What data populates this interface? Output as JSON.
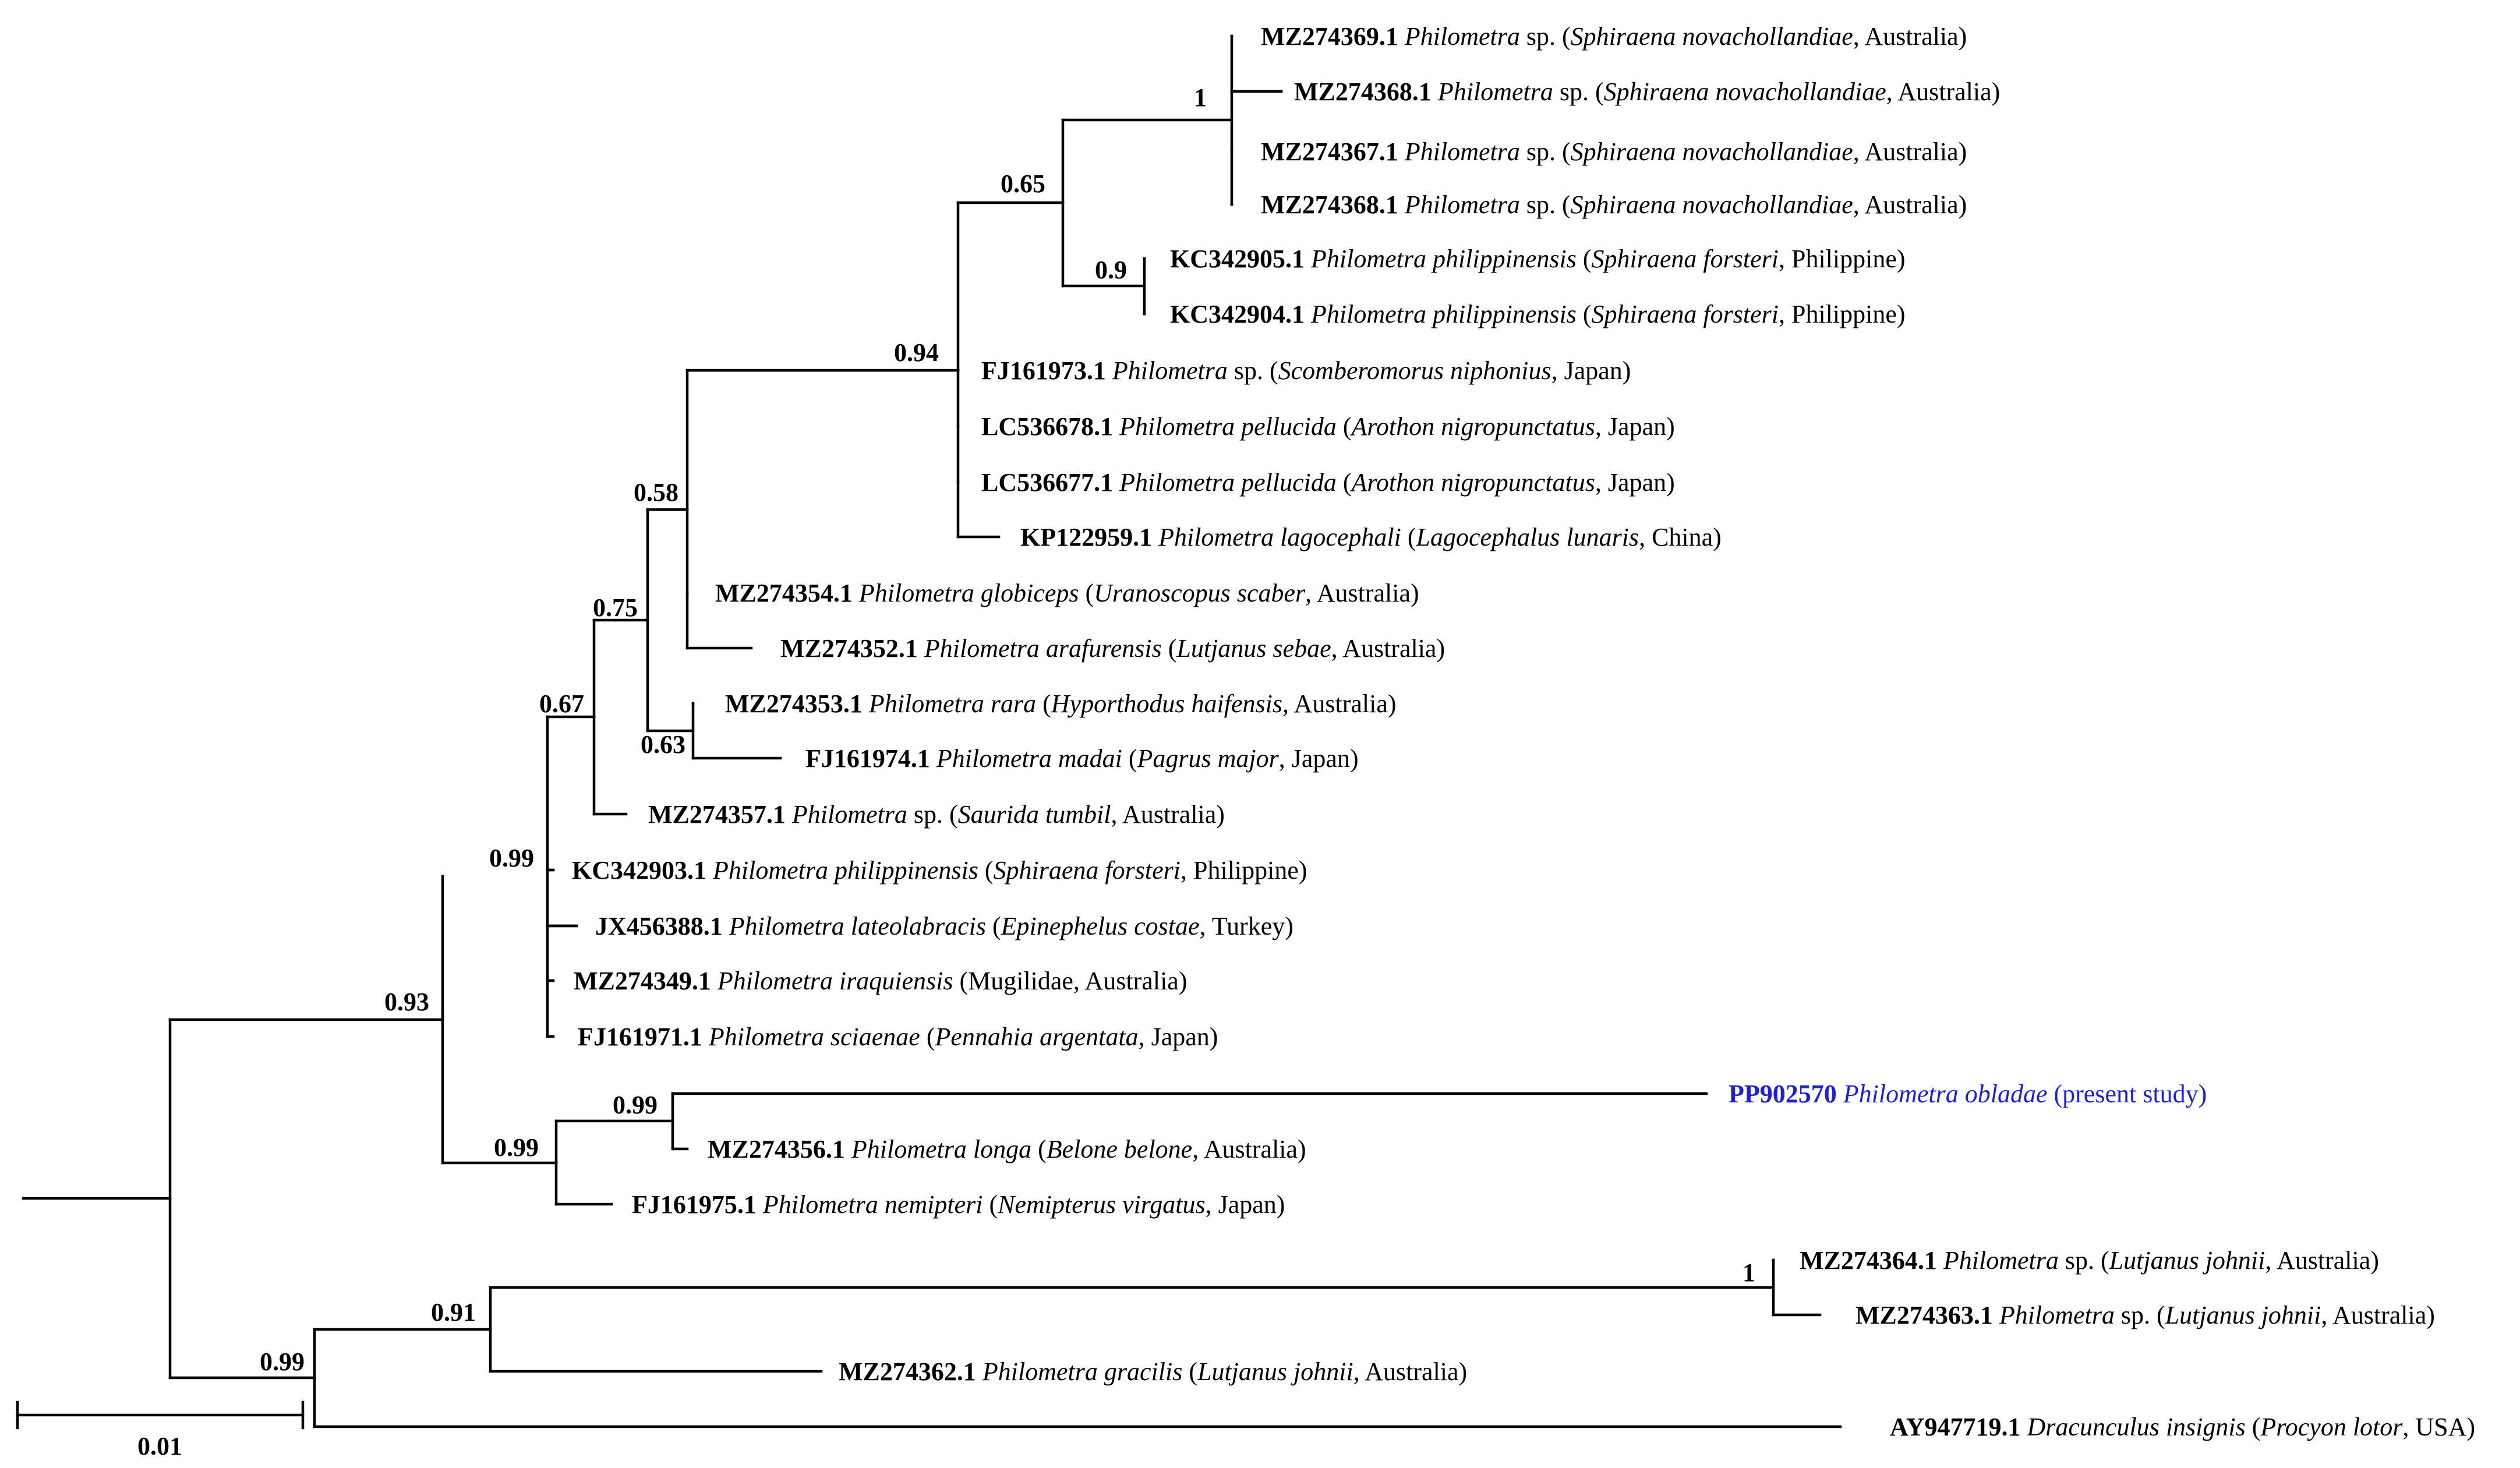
{
  "colors": {
    "line": "#000000",
    "text": "#000000",
    "highlight": "#1f1fd6"
  },
  "scale_bar": {
    "label": "0.01"
  },
  "leaves": [
    {
      "acc": "MZ274369.1",
      "species": "Philometra",
      "suffix": " sp. (",
      "host": "Sphiraena novachollandiae",
      "rest": ", Australia)"
    },
    {
      "acc": "MZ274368.1",
      "species": "Philometra",
      "suffix": " sp. (",
      "host": "Sphiraena novachollandiae",
      "rest": ", Australia)"
    },
    {
      "acc": "MZ274367.1",
      "species": "Philometra",
      "suffix": " sp. (",
      "host": "Sphiraena novachollandiae",
      "rest": ", Australia)"
    },
    {
      "acc": "MZ274368.1",
      "species": "Philometra",
      "suffix": " sp. (",
      "host": "Sphiraena novachollandiae",
      "rest": ", Australia)"
    },
    {
      "acc": "KC342905.1",
      "species": "Philometra philippinensis",
      "suffix": " (",
      "host": "Sphiraena forsteri",
      "rest": ", Philippine)"
    },
    {
      "acc": "KC342904.1",
      "species": "Philometra philippinensis",
      "suffix": " (",
      "host": "Sphiraena forsteri",
      "rest": ", Philippine)"
    },
    {
      "acc": "FJ161973.1",
      "species": "Philometra",
      "suffix": " sp. (",
      "host": "Scomberomorus niphonius",
      "rest": ", Japan)"
    },
    {
      "acc": "LC536678.1",
      "species": "Philometra pellucida",
      "suffix": " (",
      "host": "Arothon nigropunctatus",
      "rest": ", Japan)"
    },
    {
      "acc": "LC536677.1",
      "species": "Philometra pellucida",
      "suffix": " (",
      "host": "Arothon nigropunctatus",
      "rest": ", Japan)"
    },
    {
      "acc": "KP122959.1",
      "species": "Philometra lagocephali",
      "suffix": " (",
      "host": "Lagocephalus lunaris",
      "rest": ", China)"
    },
    {
      "acc": "MZ274354.1",
      "species": "Philometra globiceps",
      "suffix": " (",
      "host": "Uranoscopus scaber",
      "rest": ", Australia)"
    },
    {
      "acc": "MZ274352.1",
      "species": "Philometra arafurensis",
      "suffix": " (",
      "host": "Lutjanus sebae",
      "rest": ", Australia)"
    },
    {
      "acc": "MZ274353.1",
      "species": "Philometra rara",
      "suffix": " (",
      "host": "Hyporthodus haifensis",
      "rest": ", Australia)"
    },
    {
      "acc": "FJ161974.1",
      "species": "Philometra madai",
      "suffix": " (",
      "host": "Pagrus major",
      "rest": ", Japan)"
    },
    {
      "acc": "MZ274357.1",
      "species": "Philometra",
      "suffix": " sp. (",
      "host": "Saurida tumbil",
      "rest": ", Australia)"
    },
    {
      "acc": "KC342903.1",
      "species": "Philometra philippinensis",
      "suffix": " (",
      "host": "Sphiraena forsteri",
      "rest": ", Philippine)"
    },
    {
      "acc": "JX456388.1",
      "species": "Philometra lateolabracis",
      "suffix": " (",
      "host": "Epinephelus costae",
      "rest": ", Turkey)"
    },
    {
      "acc": "MZ274349.1",
      "species": "Philometra iraquiensis",
      "suffix": " (",
      "host": "",
      "rest": "Mugilidae, Australia)"
    },
    {
      "acc": "FJ161971.1",
      "species": "Philometra sciaenae",
      "suffix": " (",
      "host": "Pennahia argentata",
      "rest": ", Japan)"
    },
    {
      "acc": "PP902570",
      "species": "Philometra obladae",
      "suffix": " (",
      "host": "",
      "rest": "present study)"
    },
    {
      "acc": "MZ274356.1",
      "species": "Philometra longa",
      "suffix": " (",
      "host": "Belone belone",
      "rest": ", Australia)"
    },
    {
      "acc": "FJ161975.1",
      "species": "Philometra nemipteri",
      "suffix": " (",
      "host": "Nemipterus virgatus",
      "rest": ", Japan)"
    },
    {
      "acc": "MZ274364.1",
      "species": "Philometra",
      "suffix": " sp. (",
      "host": "Lutjanus johnii",
      "rest": ", Australia)"
    },
    {
      "acc": "MZ274363.1",
      "species": "Philometra",
      "suffix": " sp. (",
      "host": "Lutjanus johnii",
      "rest": ", Australia)"
    },
    {
      "acc": "MZ274362.1",
      "species": "Philometra gracilis",
      "suffix": " (",
      "host": "Lutjanus johnii",
      "rest": ", Australia)"
    },
    {
      "acc": "AY947719.1",
      "species": "Dracunculus insignis",
      "suffix": " (",
      "host": "Procyon lotor",
      "rest": ", USA)"
    }
  ],
  "supports": [
    "1",
    "0.65",
    "0.9",
    "0.94",
    "0.58",
    "0.75",
    "0.63",
    "0.67",
    "0.99",
    "0.93",
    "0.99",
    "0.99",
    "1",
    "0.91",
    "0.99"
  ]
}
